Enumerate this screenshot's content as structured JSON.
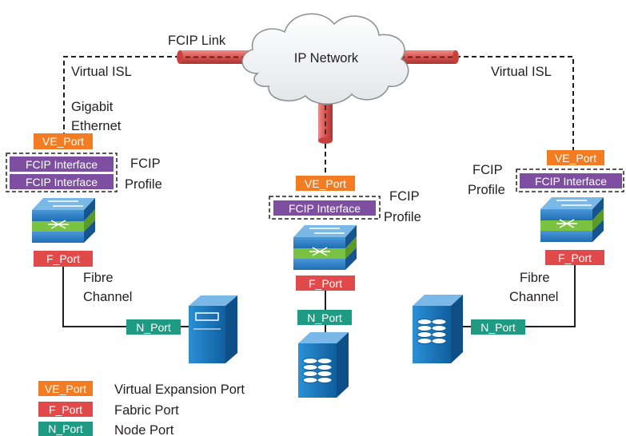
{
  "title": "FCIP Link",
  "cloud_label": "IP Network",
  "left_site": {
    "virtual_isl": "Virtual ISL",
    "media": [
      "Gigabit",
      "Ethernet"
    ],
    "ve_port": "VE_Port",
    "interfaces": [
      "FCIP Interface",
      "FCIP Interface"
    ],
    "profile": [
      "FCIP",
      "Profile"
    ],
    "f_port": "F_Port",
    "fc_label": [
      "Fibre",
      "Channel"
    ],
    "n_port": "N_Port"
  },
  "center_site": {
    "ve_port": "VE_Port",
    "interface": "FCIP Interface",
    "profile": [
      "FCIP",
      "Profile"
    ],
    "f_port": "F_Port",
    "n_port": "N_Port"
  },
  "right_site": {
    "virtual_isl": "Virtual ISL",
    "ve_port": "VE_Port",
    "interface": "FCIP Interface",
    "profile": [
      "FCIP",
      "Profile"
    ],
    "f_port": "F_Port",
    "fc_label": [
      "Fibre",
      "Channel"
    ],
    "n_port": "N_Port"
  },
  "legend": [
    {
      "tag": "VE_Port",
      "description": "Virtual Expansion Port",
      "color": "#f37b21"
    },
    {
      "tag": "F_Port",
      "description": "Fabric Port",
      "color": "#e04a4b"
    },
    {
      "tag": "N_Port",
      "description": "Node Port",
      "color": "#1e9b82"
    }
  ],
  "colors": {
    "ve_port": "#f37b21",
    "f_port": "#e04a4b",
    "n_port": "#1e9b82",
    "fcip_interface": "#7e4ea0",
    "tunnel": "#d9534f",
    "switch_top": "#1f6eb6",
    "switch_band": "#7cc242",
    "storage": "#1877be"
  }
}
